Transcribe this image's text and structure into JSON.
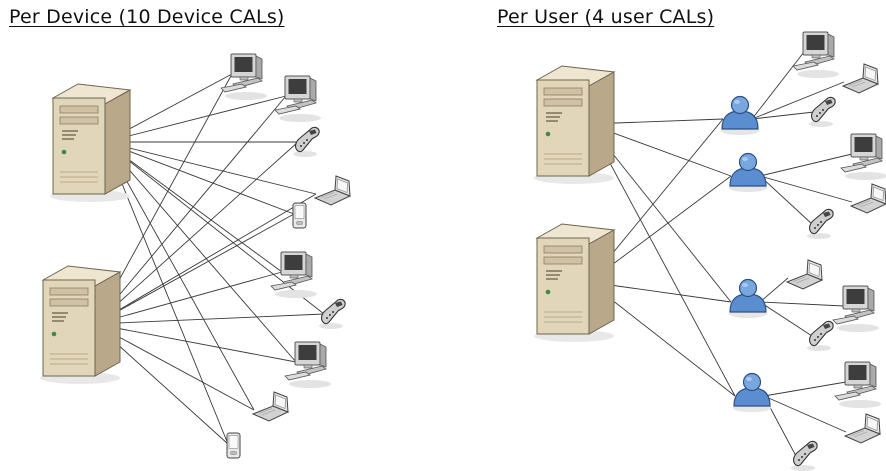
{
  "titles": {
    "per_device": "Per Device (10 Device CALs)",
    "per_user": "Per User (4 user CALs)"
  },
  "colors": {
    "line": "#3a3a3a",
    "server_front": "#e2d6ba",
    "server_side": "#b9a98a",
    "server_top": "#efe6d2",
    "user_body": "#5b8ed0",
    "user_head": "#78a6df",
    "monitor": "#d6d6d6",
    "screen": "#3d3d3d"
  },
  "icons": {
    "server": "server-icon",
    "desktop": "desktop-computer-icon",
    "laptop": "laptop-icon",
    "phone": "mobile-phone-icon",
    "pda": "pda-icon",
    "user": "user-icon"
  },
  "per_device": {
    "servers": 2,
    "devices": [
      "desktop",
      "desktop",
      "phone",
      "laptop",
      "pda",
      "desktop",
      "phone",
      "desktop",
      "laptop",
      "pda"
    ]
  },
  "per_user": {
    "servers": 2,
    "users": [
      {
        "devices": [
          "desktop",
          "laptop",
          "phone"
        ]
      },
      {
        "devices": [
          "desktop",
          "laptop",
          "phone"
        ]
      },
      {
        "devices": [
          "laptop",
          "desktop",
          "phone"
        ]
      },
      {
        "devices": [
          "desktop",
          "laptop",
          "phone"
        ]
      }
    ]
  }
}
